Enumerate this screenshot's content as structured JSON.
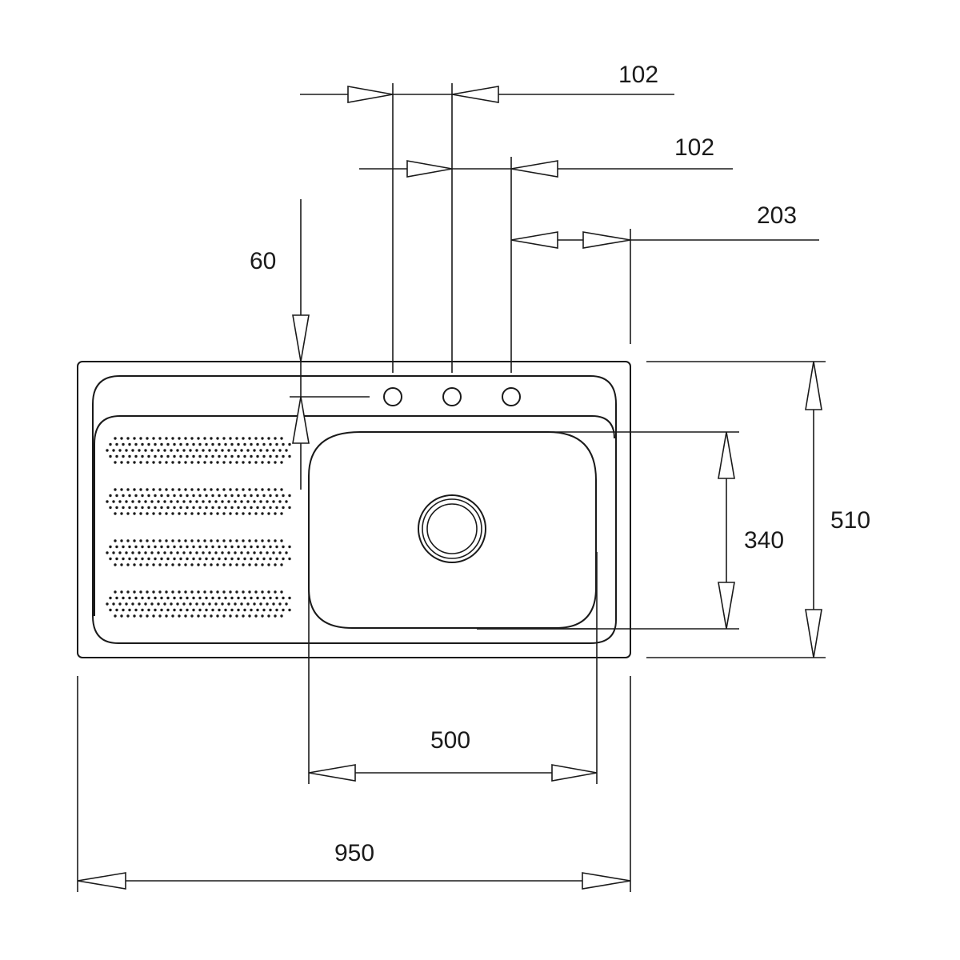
{
  "dimensions": {
    "overall_width": "950",
    "overall_depth": "510",
    "bowl_width": "500",
    "bowl_depth": "340",
    "tap_hole_offset": "60",
    "tap_hole_spacing_1": "102",
    "tap_hole_spacing_2": "102",
    "tap_hole_to_edge": "203"
  },
  "colors": {
    "line": "#1a1a1a",
    "background": "#ffffff"
  },
  "drainer_rows": 4,
  "tap_holes": 3
}
